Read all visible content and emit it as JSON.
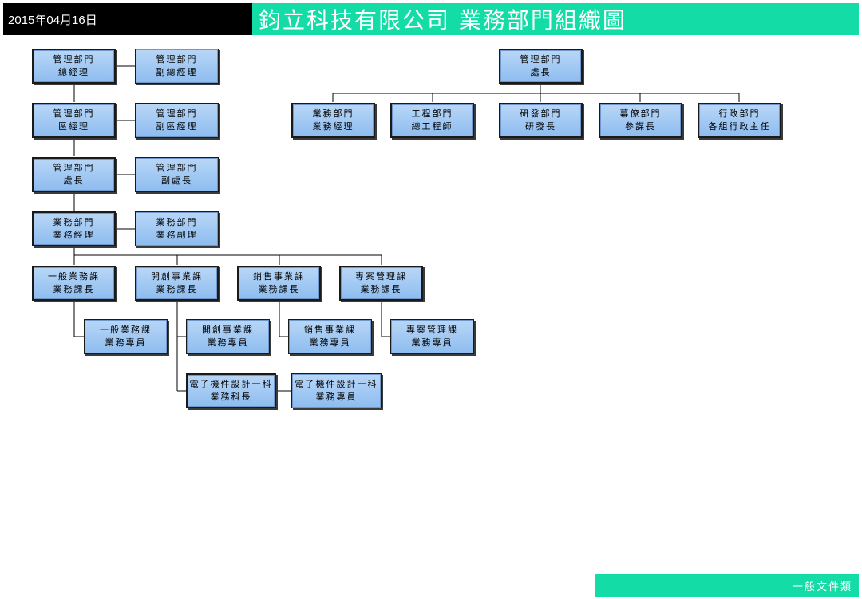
{
  "header": {
    "date": "2015年04月16日",
    "title": "鈞立科技有限公司  業務部門組織圖"
  },
  "footer": {
    "tag": "一般文件類"
  },
  "colors": {
    "accent": "#14dca6",
    "node_fill": "#9cc6f2",
    "line": "#000000"
  },
  "nodes": [
    {
      "id": "gm",
      "lines": [
        "管理部門",
        "總經理"
      ]
    },
    {
      "id": "dgm",
      "lines": [
        "管理部門",
        "副總經理"
      ]
    },
    {
      "id": "am",
      "lines": [
        "管理部門",
        "區經理"
      ]
    },
    {
      "id": "dam",
      "lines": [
        "管理部門",
        "副區經理"
      ]
    },
    {
      "id": "dir",
      "lines": [
        "管理部門",
        "處長"
      ]
    },
    {
      "id": "ddir",
      "lines": [
        "管理部門",
        "副處長"
      ]
    },
    {
      "id": "sm",
      "lines": [
        "業務部門",
        "業務經理"
      ]
    },
    {
      "id": "dsm",
      "lines": [
        "業務部門",
        "業務副理"
      ]
    },
    {
      "id": "s1",
      "lines": [
        "一般業務課",
        "業務課長"
      ]
    },
    {
      "id": "s2",
      "lines": [
        "開創事業課",
        "業務課長"
      ]
    },
    {
      "id": "s3",
      "lines": [
        "銷售事業課",
        "業務課長"
      ]
    },
    {
      "id": "s4",
      "lines": [
        "專案管理課",
        "業務課長"
      ]
    },
    {
      "id": "e1",
      "lines": [
        "一般業務課",
        "業務專員"
      ]
    },
    {
      "id": "e2",
      "lines": [
        "開創事業課",
        "業務專員"
      ]
    },
    {
      "id": "e3",
      "lines": [
        "銷售事業課",
        "業務專員"
      ]
    },
    {
      "id": "e4",
      "lines": [
        "專案管理課",
        "業務專員"
      ]
    },
    {
      "id": "ec",
      "lines": [
        "電子機件設計一科",
        "業務科長"
      ]
    },
    {
      "id": "ece",
      "lines": [
        "電子機件設計一科",
        "業務專員"
      ]
    },
    {
      "id": "rdir",
      "lines": [
        "管理部門",
        "處長"
      ]
    },
    {
      "id": "r1",
      "lines": [
        "業務部門",
        "業務經理"
      ]
    },
    {
      "id": "r2",
      "lines": [
        "工程部門",
        "總工程師"
      ]
    },
    {
      "id": "r3",
      "lines": [
        "研發部門",
        "研發長"
      ]
    },
    {
      "id": "r4",
      "lines": [
        "幕僚部門",
        "參謀長"
      ]
    },
    {
      "id": "r5",
      "lines": [
        "行政部門",
        "各組行政主任"
      ]
    }
  ]
}
